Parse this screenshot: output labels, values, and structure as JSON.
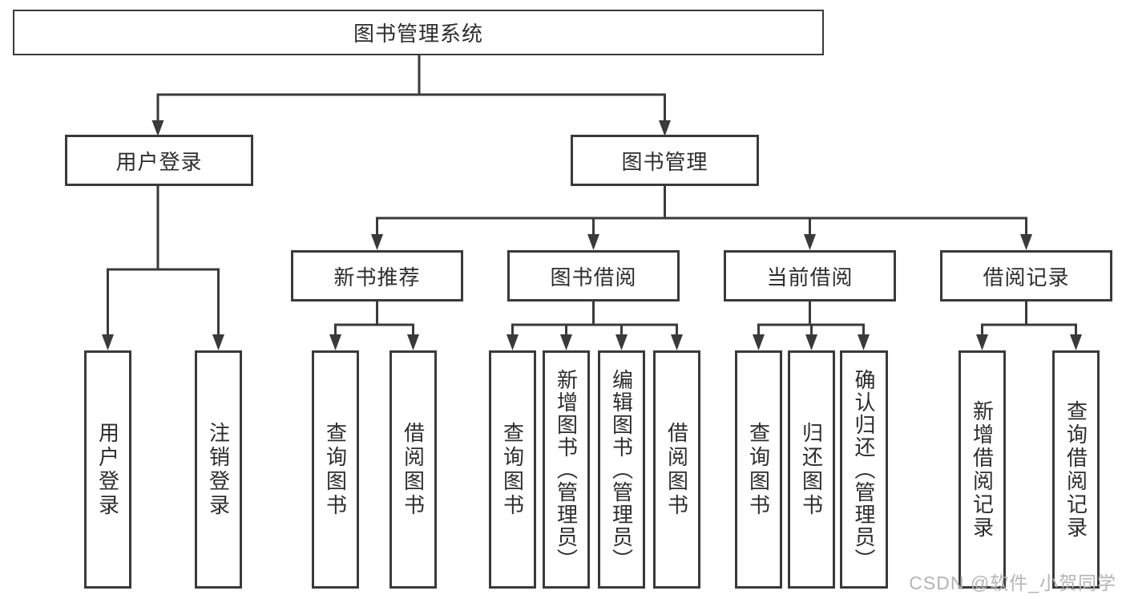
{
  "tree": {
    "label": "图书管理系统",
    "children": [
      {
        "label": "用户登录",
        "children": [
          {
            "label": "用户登录"
          },
          {
            "label": "注销登录"
          }
        ]
      },
      {
        "label": "图书管理",
        "children": [
          {
            "label": "新书推荐",
            "children": [
              {
                "label": "查询图书"
              },
              {
                "label": "借阅图书"
              }
            ]
          },
          {
            "label": "图书借阅",
            "children": [
              {
                "label": "查询图书"
              },
              {
                "label": "新增图书（管理员）"
              },
              {
                "label": "编辑图书（管理员）"
              },
              {
                "label": "借阅图书"
              }
            ]
          },
          {
            "label": "当前借阅",
            "children": [
              {
                "label": "查询图书"
              },
              {
                "label": "归还图书"
              },
              {
                "label": "确认归还（管理员）"
              }
            ]
          },
          {
            "label": "借阅记录",
            "children": [
              {
                "label": "新增借阅记录"
              },
              {
                "label": "查询借阅记录"
              }
            ]
          }
        ]
      }
    ]
  },
  "watermark": {
    "text": "CSDN @软件_小贺同学"
  },
  "colors": {
    "line": "#3a3a3a",
    "text": "#2d2d2d",
    "watermark": "#b4b4b4",
    "background": "#ffffff"
  }
}
